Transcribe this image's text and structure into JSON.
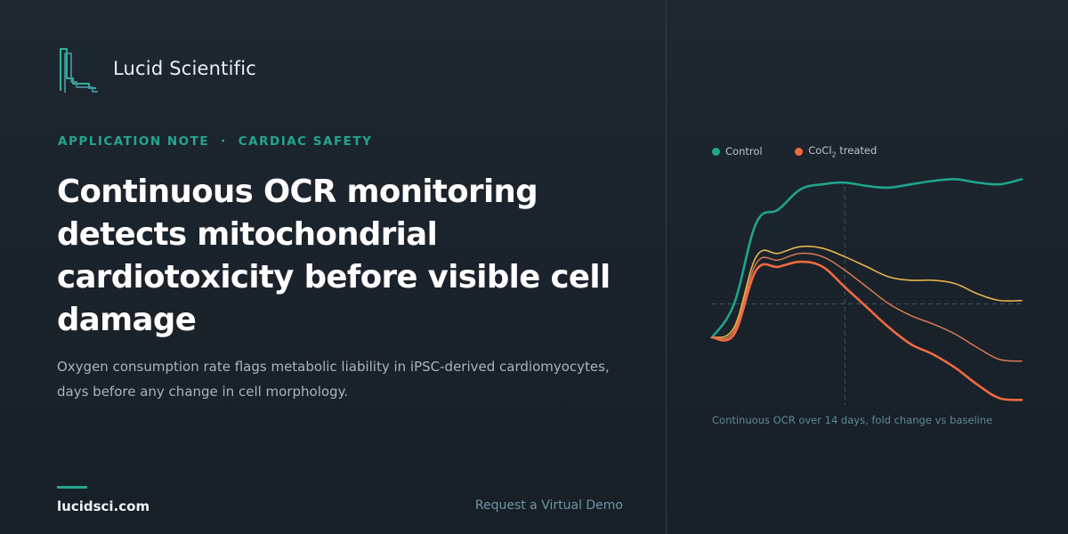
{
  "brand": {
    "name": "Lucid Scientific"
  },
  "eyebrow": {
    "category": "APPLICATION NOTE",
    "separator": "·",
    "topic": "CARDIAC SAFETY"
  },
  "headline": "Continuous OCR monitoring detects mitochondrial cardiotoxicity before visible cell damage",
  "subhead": "Oxygen consumption rate flags metabolic liability in iPSC-derived cardiomyocytes, days before any change in cell morphology.",
  "footer": {
    "url": "lucidsci.com",
    "cta": "Request a Virtual Demo"
  },
  "colors": {
    "accent": "#26a58f",
    "control": "#1fa58c",
    "treated_low": "#e8b44c",
    "treated_mid": "#d97a52",
    "treated_high": "#f26a43"
  },
  "chart_data": {
    "type": "line",
    "caption": "Continuous OCR over 14 days, fold change vs baseline",
    "legend": [
      {
        "label": "Control",
        "color": "#1fa58c"
      },
      {
        "label": "CoCl",
        "sub": "2",
        "suffix": " treated",
        "color": "#f26a43"
      }
    ],
    "legend_position": "top-left",
    "x": [
      0,
      1,
      2,
      3,
      4,
      5,
      6,
      7,
      8,
      9,
      10,
      11,
      12,
      13,
      14
    ],
    "xlim": [
      0,
      14
    ],
    "ylim": [
      0.4,
      1.8
    ],
    "baseline": 1.0,
    "dosing_day": 6,
    "series": [
      {
        "color": "#1fa58c",
        "width": 2.6,
        "values": [
          0.8,
          1.0,
          1.48,
          1.56,
          1.68,
          1.71,
          1.72,
          1.7,
          1.69,
          1.71,
          1.73,
          1.74,
          1.72,
          1.71,
          1.74
        ]
      },
      {
        "color": "#e8b44c",
        "width": 1.6,
        "values": [
          0.8,
          0.86,
          1.28,
          1.3,
          1.34,
          1.33,
          1.28,
          1.22,
          1.16,
          1.14,
          1.14,
          1.12,
          1.06,
          1.02,
          1.02
        ]
      },
      {
        "color": "#d97a52",
        "width": 1.5,
        "values": [
          0.8,
          0.84,
          1.24,
          1.26,
          1.3,
          1.28,
          1.2,
          1.1,
          1.0,
          0.93,
          0.88,
          0.82,
          0.74,
          0.67,
          0.66
        ]
      },
      {
        "color": "#f26a43",
        "width": 2.6,
        "values": [
          0.8,
          0.82,
          1.2,
          1.22,
          1.25,
          1.22,
          1.1,
          0.98,
          0.86,
          0.76,
          0.7,
          0.62,
          0.52,
          0.44,
          0.43
        ]
      }
    ]
  }
}
